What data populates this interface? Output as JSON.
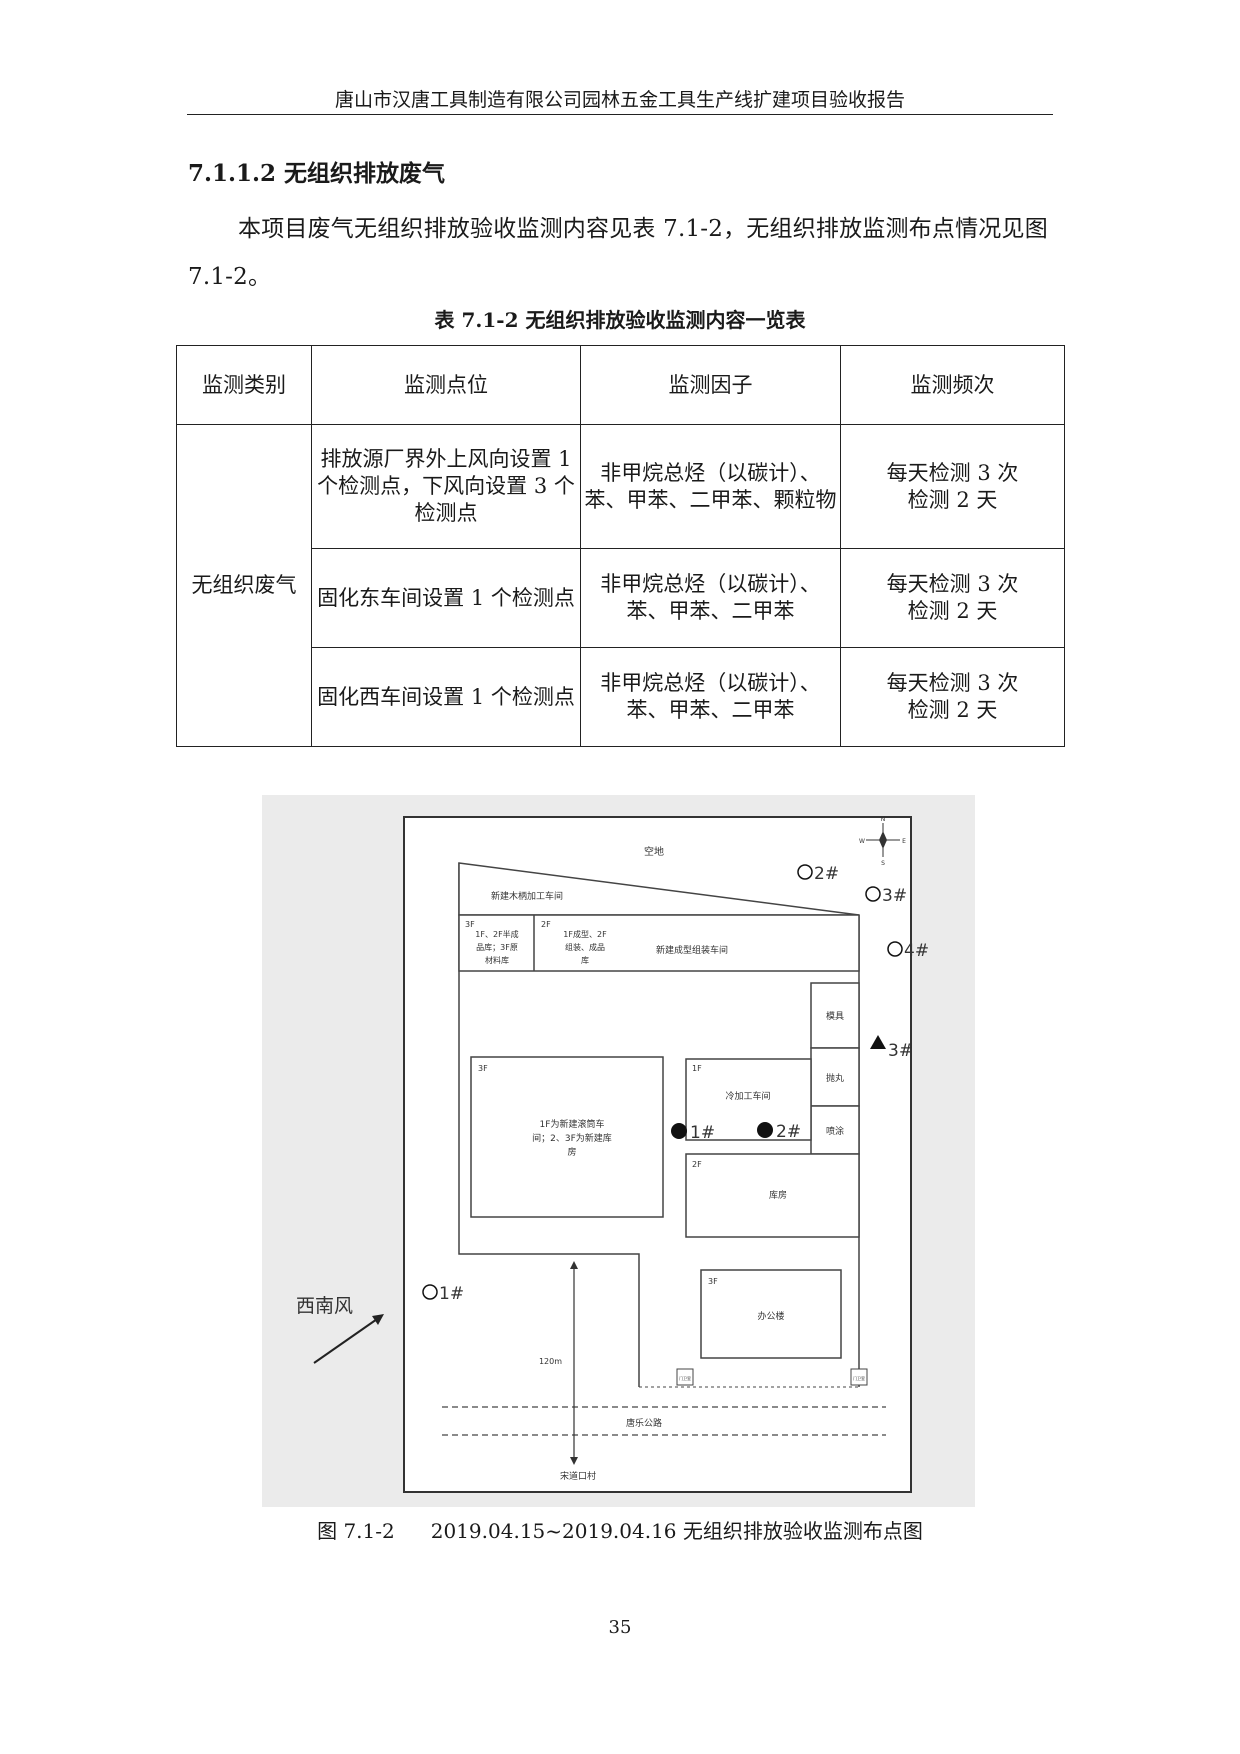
{
  "header": {
    "title": "唐山市汉唐工具制造有限公司园林五金工具生产线扩建项目验收报告"
  },
  "section": {
    "title": "7.1.1.2 无组织排放废气",
    "paragraph": "本项目废气无组织排放验收监测内容见表 7.1-2，无组织排放监测布点情况见图 7.1-2。"
  },
  "table": {
    "caption": "表 7.1-2  无组织排放验收监测内容一览表",
    "headers": [
      "监测类别",
      "监测点位",
      "监测因子",
      "监测频次"
    ],
    "category": "无组织废气",
    "rows": [
      {
        "point": "排放源厂界外上风向设置 1 个检测点，下风向设置 3 个检测点",
        "factors": "非甲烷总烃（以碳计）、苯、甲苯、二甲苯、颗粒物",
        "freq_1": "每天检测 3 次",
        "freq_2": "检测 2 天"
      },
      {
        "point": "固化东车间设置 1 个检测点",
        "factors": "非甲烷总烃（以碳计）、苯、甲苯、二甲苯",
        "freq_1": "每天检测 3 次",
        "freq_2": "检测 2 天"
      },
      {
        "point": "固化西车间设置 1 个检测点",
        "factors": "非甲烷总烃（以碳计）、苯、甲苯、二甲苯",
        "freq_1": "每天检测 3 次",
        "freq_2": "检测 2 天"
      }
    ]
  },
  "map": {
    "open_ground": "空地",
    "compass": {
      "n": "N",
      "s": "S",
      "w": "W",
      "e": "E"
    },
    "bldg_top_name": "新建木柄加工车间",
    "bldg_3f_small_floor": "3F",
    "bldg_3f_small_text_1": "1F、2F半成",
    "bldg_3f_small_text_2": "品库；3F原",
    "bldg_3f_small_text_3": "材料库",
    "bldg_2f_floor": "2F",
    "bldg_2f_text_1": "1F成型、2F",
    "bldg_2f_text_2": "组装、成品",
    "bldg_2f_text_3": "库",
    "bldg_2f_name": "新建成型组装车间",
    "mold": "模具",
    "shot_blast": "抛丸",
    "spray": "喷涂",
    "big_floor": "3F",
    "big_text_1": "1F为新建滚筒车",
    "big_text_2": "间；2、3F为新建库",
    "big_text_3": "房",
    "cold_floor": "1F",
    "cold_name": "冷加工车间",
    "warehouse_floor": "2F",
    "warehouse_name": "库房",
    "office_floor": "3F",
    "office_name": "办公楼",
    "guard_left": "门卫室",
    "guard_right": "门卫室",
    "distance": "120m",
    "road": "唐乐公路",
    "village": "宋道口村",
    "wind": "西南风",
    "pts": {
      "o1": "1#",
      "o2": "2#",
      "o3": "3#",
      "o4": "4#",
      "t3": "3#",
      "d1": "1#",
      "d2": "2#"
    }
  },
  "figure": {
    "caption_label": "图 7.1-2",
    "caption_text": "2019.04.15~2019.04.16 无组织排放验收监测布点图"
  },
  "page_number": "35"
}
